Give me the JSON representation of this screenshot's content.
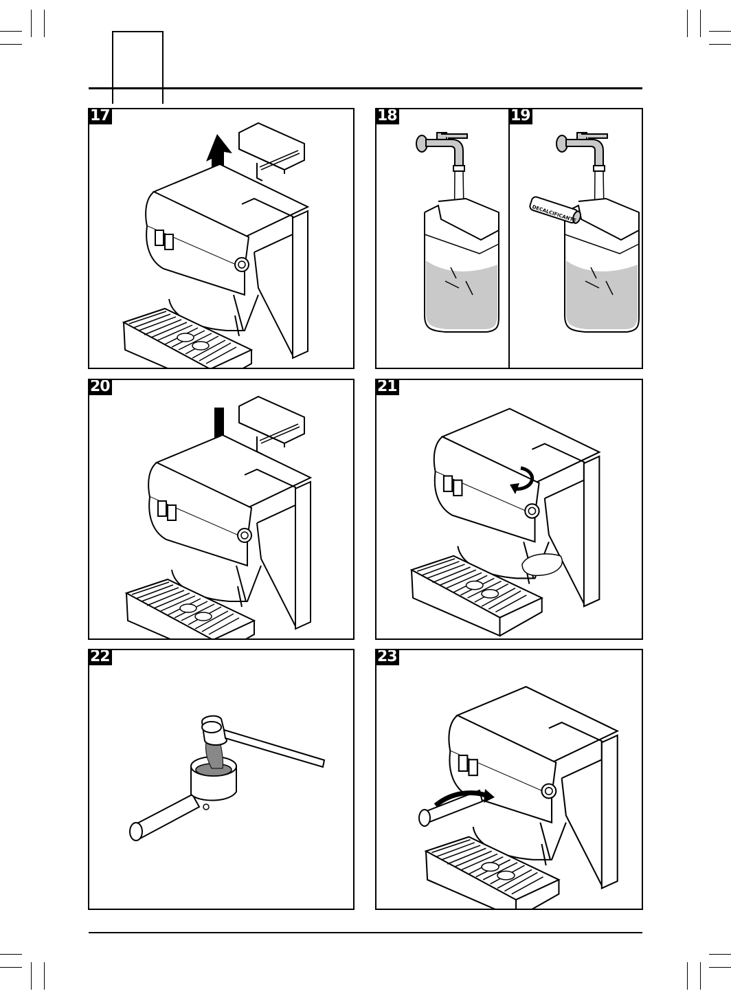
{
  "figures": [
    {
      "id": "fig-17",
      "label": "17"
    },
    {
      "id": "fig-18",
      "label": "18"
    },
    {
      "id": "fig-19",
      "label": "19"
    },
    {
      "id": "fig-20",
      "label": "20"
    },
    {
      "id": "fig-21",
      "label": "21"
    },
    {
      "id": "fig-22",
      "label": "22"
    },
    {
      "id": "fig-23",
      "label": "23"
    }
  ],
  "bottle_label": "DECALCIFICANTE",
  "colors": {
    "ink": "#000000",
    "water": "#c9c9c9",
    "paper": "#ffffff"
  }
}
